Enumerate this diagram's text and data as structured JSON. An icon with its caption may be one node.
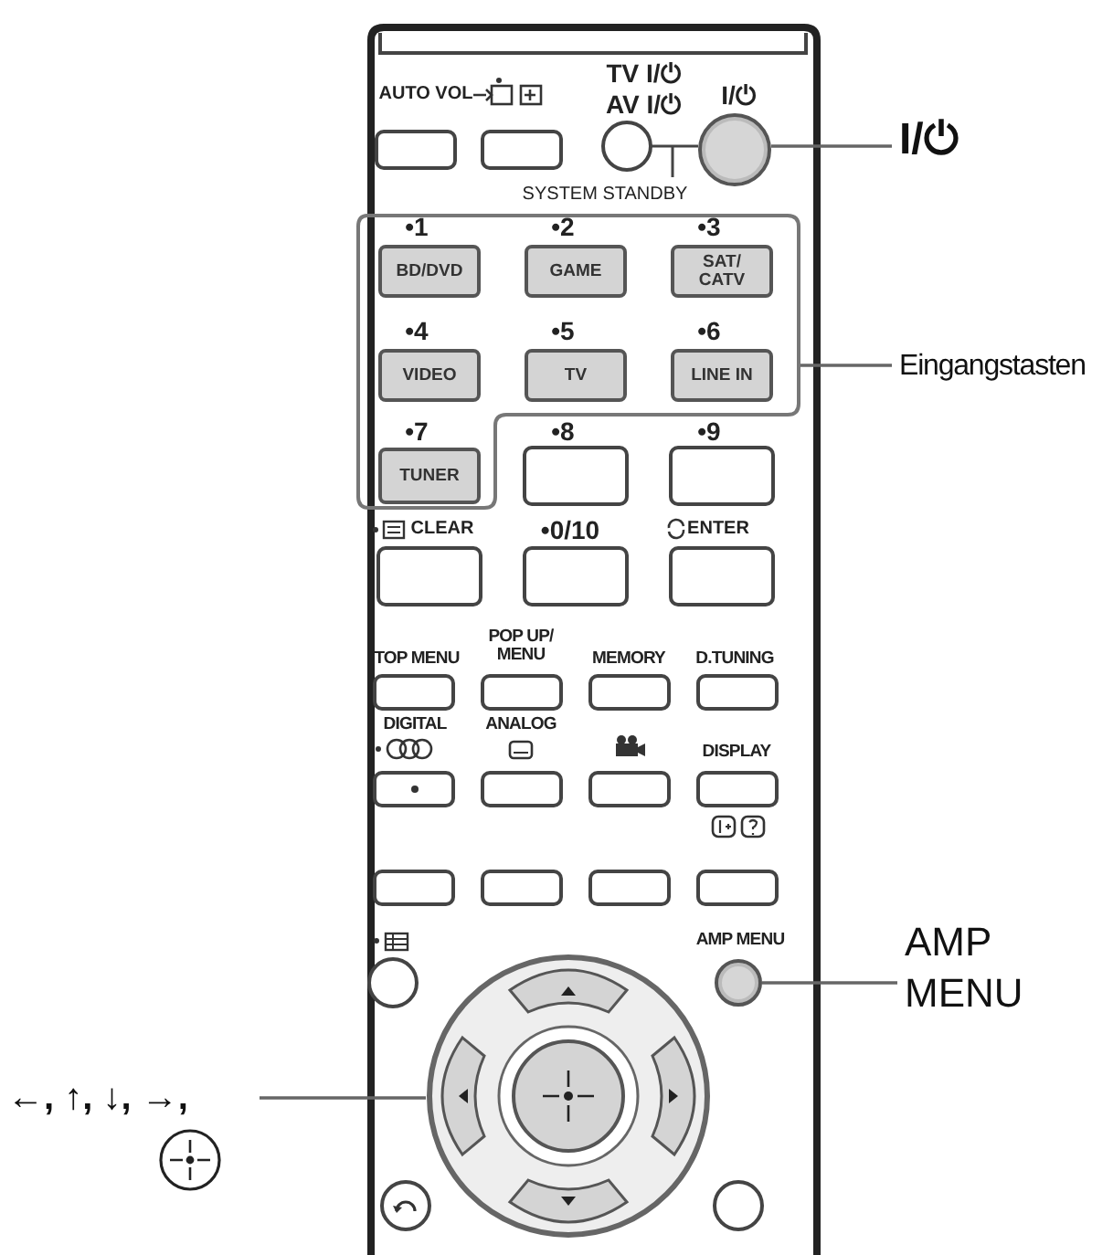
{
  "diagram": {
    "nodes": [
      {
        "text": [],
        "shape": "circle"
      },
      {
        "text": [
          "I/⏻"
        ]
      },
      {
        "text": [],
        "shape": "box"
      },
      {
        "text": [
          "BD/DVD"
        ],
        "in": 2
      },
      {
        "text": [
          "GAME"
        ],
        "in": 2
      },
      {
        "text": [
          "SAT/ CATV"
        ],
        "in": 2
      },
      {
        "text": [
          "VIDEO"
        ],
        "in": 2
      },
      {
        "text": [
          "TV"
        ],
        "in": 2
      },
      {
        "text": [
          "LINE IN"
        ],
        "in": 2
      },
      {
        "text": [
          "TUNER"
        ],
        "in": 2
      },
      {
        "text": [
          "Eingangstasten"
        ]
      },
      {
        "text": [],
        "shape": "circle"
      },
      {
        "text": [
          "AMP MENU"
        ]
      },
      {
        "text": [],
        "shape": "circle"
      },
      {
        "text": [
          "←, ↑, ↓, →,"
        ]
      }
    ],
    "edges": [
      {
        "from": 1,
        "to": 0,
        "arrow": "none"
      },
      {
        "from": 10,
        "to": 2,
        "arrow": "none"
      },
      {
        "from": 12,
        "to": 11,
        "arrow": "none"
      },
      {
        "from": 14,
        "to": 13,
        "arrow": "none"
      }
    ],
    "labels": [
      "AUTO VOL",
      "TV I/⏻",
      "AV I/⏻",
      "I/⏻",
      "SYSTEM STANDBY",
      "•1",
      "•2",
      "•3",
      "•4",
      "•5",
      "•6",
      "•7",
      "•8",
      "•9",
      "CLEAR",
      "•0/10",
      "ENTER",
      "TOP MENU",
      "POP UP/ MENU",
      "MEMORY",
      "D.TUNING",
      "DIGITAL",
      "ANALOG",
      "DISPLAY",
      "AMP MENU"
    ]
  }
}
